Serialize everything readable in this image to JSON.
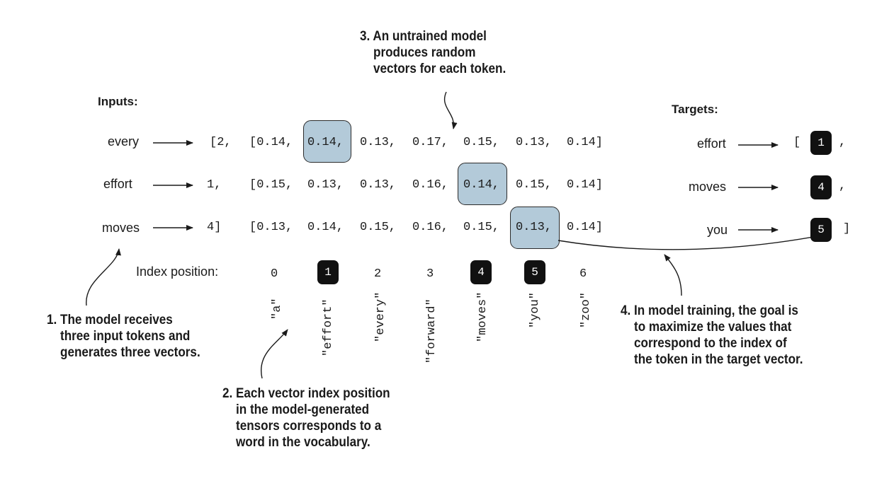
{
  "headings": {
    "inputs": "Inputs:",
    "targets": "Targets:"
  },
  "input_words": [
    "every",
    "effort",
    "moves"
  ],
  "input_ids": [
    "[2,",
    "1,",
    "4]"
  ],
  "vector_rows": [
    [
      "[0.14,",
      "0.14,",
      "0.13,",
      "0.17,",
      "0.15,",
      "0.13,",
      "0.14]"
    ],
    [
      "[0.15,",
      "0.13,",
      "0.13,",
      "0.16,",
      "0.14,",
      "0.15,",
      "0.14]"
    ],
    [
      "[0.13,",
      "0.14,",
      "0.15,",
      "0.16,",
      "0.15,",
      "0.13,",
      "0.14]"
    ]
  ],
  "highlighted_cells": [
    {
      "row": 0,
      "col": 1
    },
    {
      "row": 1,
      "col": 4
    },
    {
      "row": 2,
      "col": 5
    }
  ],
  "target_words": [
    "effort",
    "moves",
    "you"
  ],
  "targets": {
    "open_bracket": "[",
    "ids": [
      "1",
      "4",
      "5"
    ],
    "separators": [
      ",",
      ",",
      "]"
    ]
  },
  "index_label": "Index position:",
  "index_positions": [
    "0",
    "1",
    "2",
    "3",
    "4",
    "5",
    "6"
  ],
  "highlighted_indices": [
    1,
    4,
    5
  ],
  "vocabulary": [
    "\"a\"",
    "\"effort\"",
    "\"every\"",
    "\"forward\"",
    "\"moves\"",
    "\"you\"",
    "\"zoo\""
  ],
  "notes": {
    "note1": "1. The model receives\n    three input tokens and\n    generates three vectors.",
    "note2": "2. Each vector index position\n    in the model-generated\n    tensors corresponds to a\n    word in the vocabulary.",
    "note3": "3. An untrained model\n    produces random\n    vectors for each token.",
    "note4": "4. In model training, the goal is\n    to maximize the values that\n    correspond to the index of\n    the token in the target vector."
  }
}
